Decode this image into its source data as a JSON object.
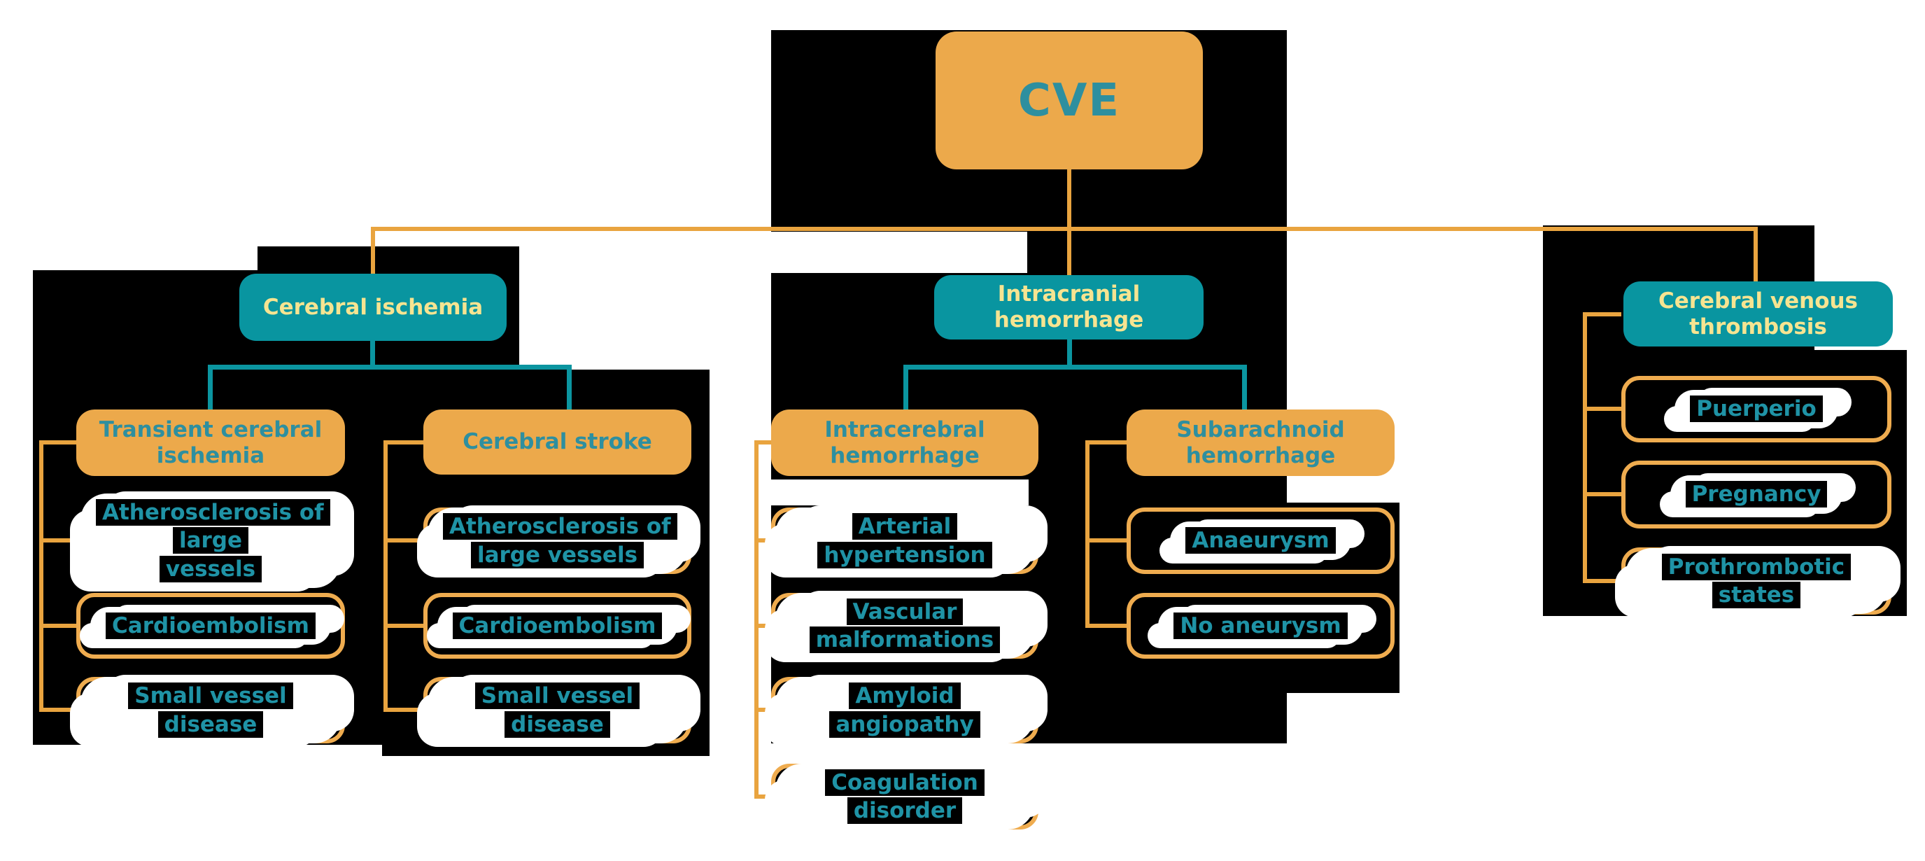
{
  "diagram_title": "CVE classification flowchart",
  "colors": {
    "node_orange": "#ECA94B",
    "node_teal": "#0995A0",
    "leaf_border_orange": "#EFAC4F",
    "connector_orange": "#E9A43F",
    "connector_teal": "#0B95A0",
    "text_teal": "#2E8F9F",
    "leaf_text_teal": "#1F93A6",
    "text_pale_yellow": "#F6E491",
    "background_black": "#000000",
    "background_white": "#FFFFFF"
  },
  "tree": {
    "root": {
      "label": "CVE"
    },
    "level2": [
      {
        "label": "Cerebral ischemia",
        "children": [
          {
            "label": "Transient cerebral\nischemia",
            "children": [
              "Atherosclerosis of large\nvessels",
              "Cardioembolism",
              "Small vessel disease"
            ]
          },
          {
            "label": "Cerebral stroke",
            "children": [
              "Atherosclerosis of\nlarge vessels",
              "Cardioembolism",
              "Small vessel disease"
            ]
          }
        ]
      },
      {
        "label": "Intracranial\nhemorrhage",
        "children": [
          {
            "label": "Intracerebral\nhemorrhage",
            "children": [
              "Arterial hypertension",
              "Vascular malformations",
              "Amyloid angiopathy",
              "Coagulation disorder"
            ]
          },
          {
            "label": "Subarachnoid\nhemorrhage",
            "children": [
              "Anaeurysm",
              "No aneurysm"
            ]
          }
        ]
      },
      {
        "label": "Cerebral venous\nthrombosis",
        "children": [
          "Puerperio",
          "Pregnancy",
          "Prothrombotic states"
        ]
      }
    ]
  }
}
